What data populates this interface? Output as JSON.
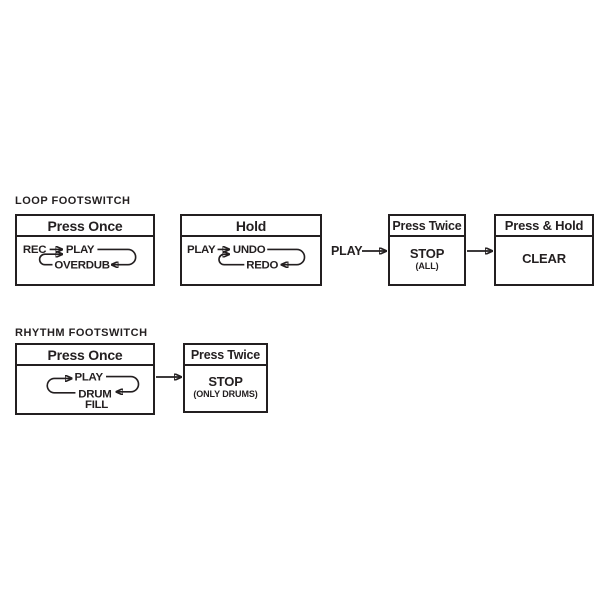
{
  "colors": {
    "ink": "#231f20",
    "paper": "#ffffff"
  },
  "loop": {
    "label": "LOOP FOOTSWITCH",
    "press_once_box": {
      "header": "Press Once",
      "rec": "REC",
      "play": "PLAY",
      "overdub": "OVERDUB"
    },
    "hold_box": {
      "header": "Hold",
      "play": "PLAY",
      "undo": "UNDO",
      "redo": "REDO"
    },
    "play_state_label": "PLAY",
    "press_twice_box": {
      "header": "Press Twice",
      "action": "STOP",
      "scope": "(ALL)"
    },
    "press_hold_box": {
      "header": "Press & Hold",
      "action": "CLEAR"
    }
  },
  "rhythm": {
    "label": "RHYTHM FOOTSWITCH",
    "press_once_box": {
      "header": "Press Once",
      "play": "PLAY",
      "drum": "DRUM",
      "fill": "FILL"
    },
    "press_twice_box": {
      "header": "Press Twice",
      "action": "STOP",
      "scope": "(ONLY DRUMS)"
    }
  }
}
